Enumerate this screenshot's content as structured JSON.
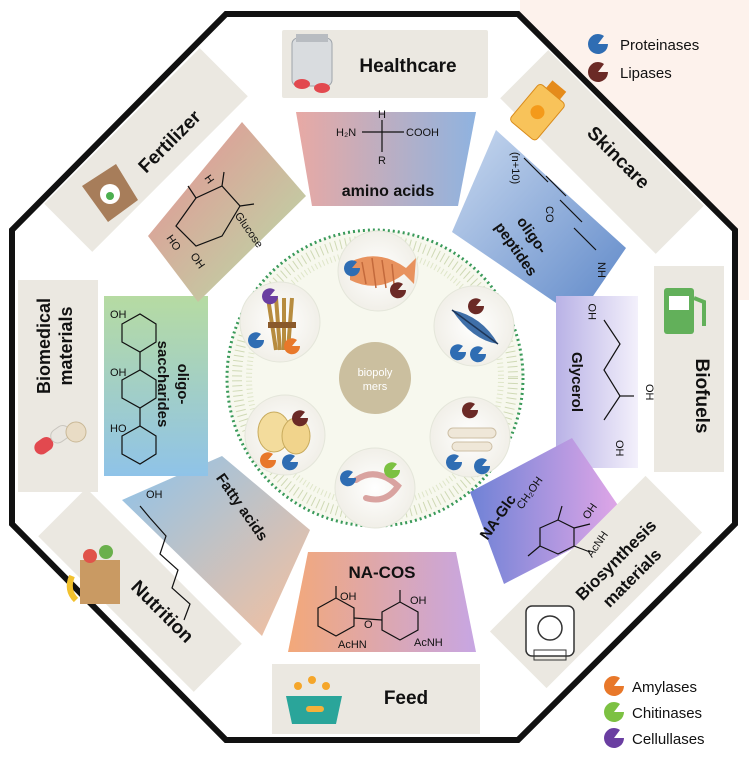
{
  "center": {
    "label_line1": "biopoly",
    "label_line2": "mers"
  },
  "applications": {
    "healthcare": "Healthcare",
    "skincare": "Skincare",
    "biofuels": "Biofuels",
    "biosynthesis_line1": "Biosynthesis",
    "biosynthesis_line2": "materials",
    "feed": "Feed",
    "nutrition": "Nutrition",
    "biomedical_line1": "Biomedical",
    "biomedical_line2": "materials",
    "fertilizer": "Fertilizer"
  },
  "products": {
    "amino_acids": "amino acids",
    "oligopeptides_line1": "oligo-",
    "oligopeptides_line2": "peptides",
    "glycerol": "Glycerol",
    "na_glc": "NA-Glc",
    "na_cos": "NA-COS",
    "fatty_acids": "Fatty acids",
    "oligosaccharides_line1": "oligo-",
    "oligosaccharides_line2": "saccharides",
    "glucose": "Glucose"
  },
  "chem_labels": {
    "h2n": "H₂N",
    "cooh": "COOH",
    "h": "H",
    "r": "R",
    "oh": "OH",
    "ho": "HO",
    "acnh": "AcNH",
    "achn": "AcHN",
    "ch2oh": "CH₂OH",
    "o": "O",
    "nh": "NH",
    "co": "CO",
    "n_plus_10": "(n+10)"
  },
  "legend_top": {
    "items": [
      {
        "label": "Proteinases",
        "color": "#2f6db3"
      },
      {
        "label": "Lipases",
        "color": "#6b2a26"
      }
    ]
  },
  "legend_bottom": {
    "items": [
      {
        "label": "Amylases",
        "color": "#e8782a"
      },
      {
        "label": "Chitinases",
        "color": "#7cc142"
      },
      {
        "label": "Cellullases",
        "color": "#6a3ea1"
      }
    ]
  },
  "icons": {
    "healthcare_icon": "pill-bottle-icon",
    "skincare_icon": "sunscreen-bottle-icon",
    "biofuels_icon": "fuel-pump-icon",
    "biosynthesis_icon": "3d-printer-icon",
    "feed_icon": "pet-food-bowl-icon",
    "nutrition_icon": "grocery-bag-icon",
    "biomedical_icon": "capsule-pill-icon",
    "fertilizer_icon": "fertilizer-sack-icon"
  },
  "colors": {
    "octagon_border": "#111111",
    "label_panel": "#ebe8e1",
    "dotted_ring": "#3a9a5a"
  }
}
